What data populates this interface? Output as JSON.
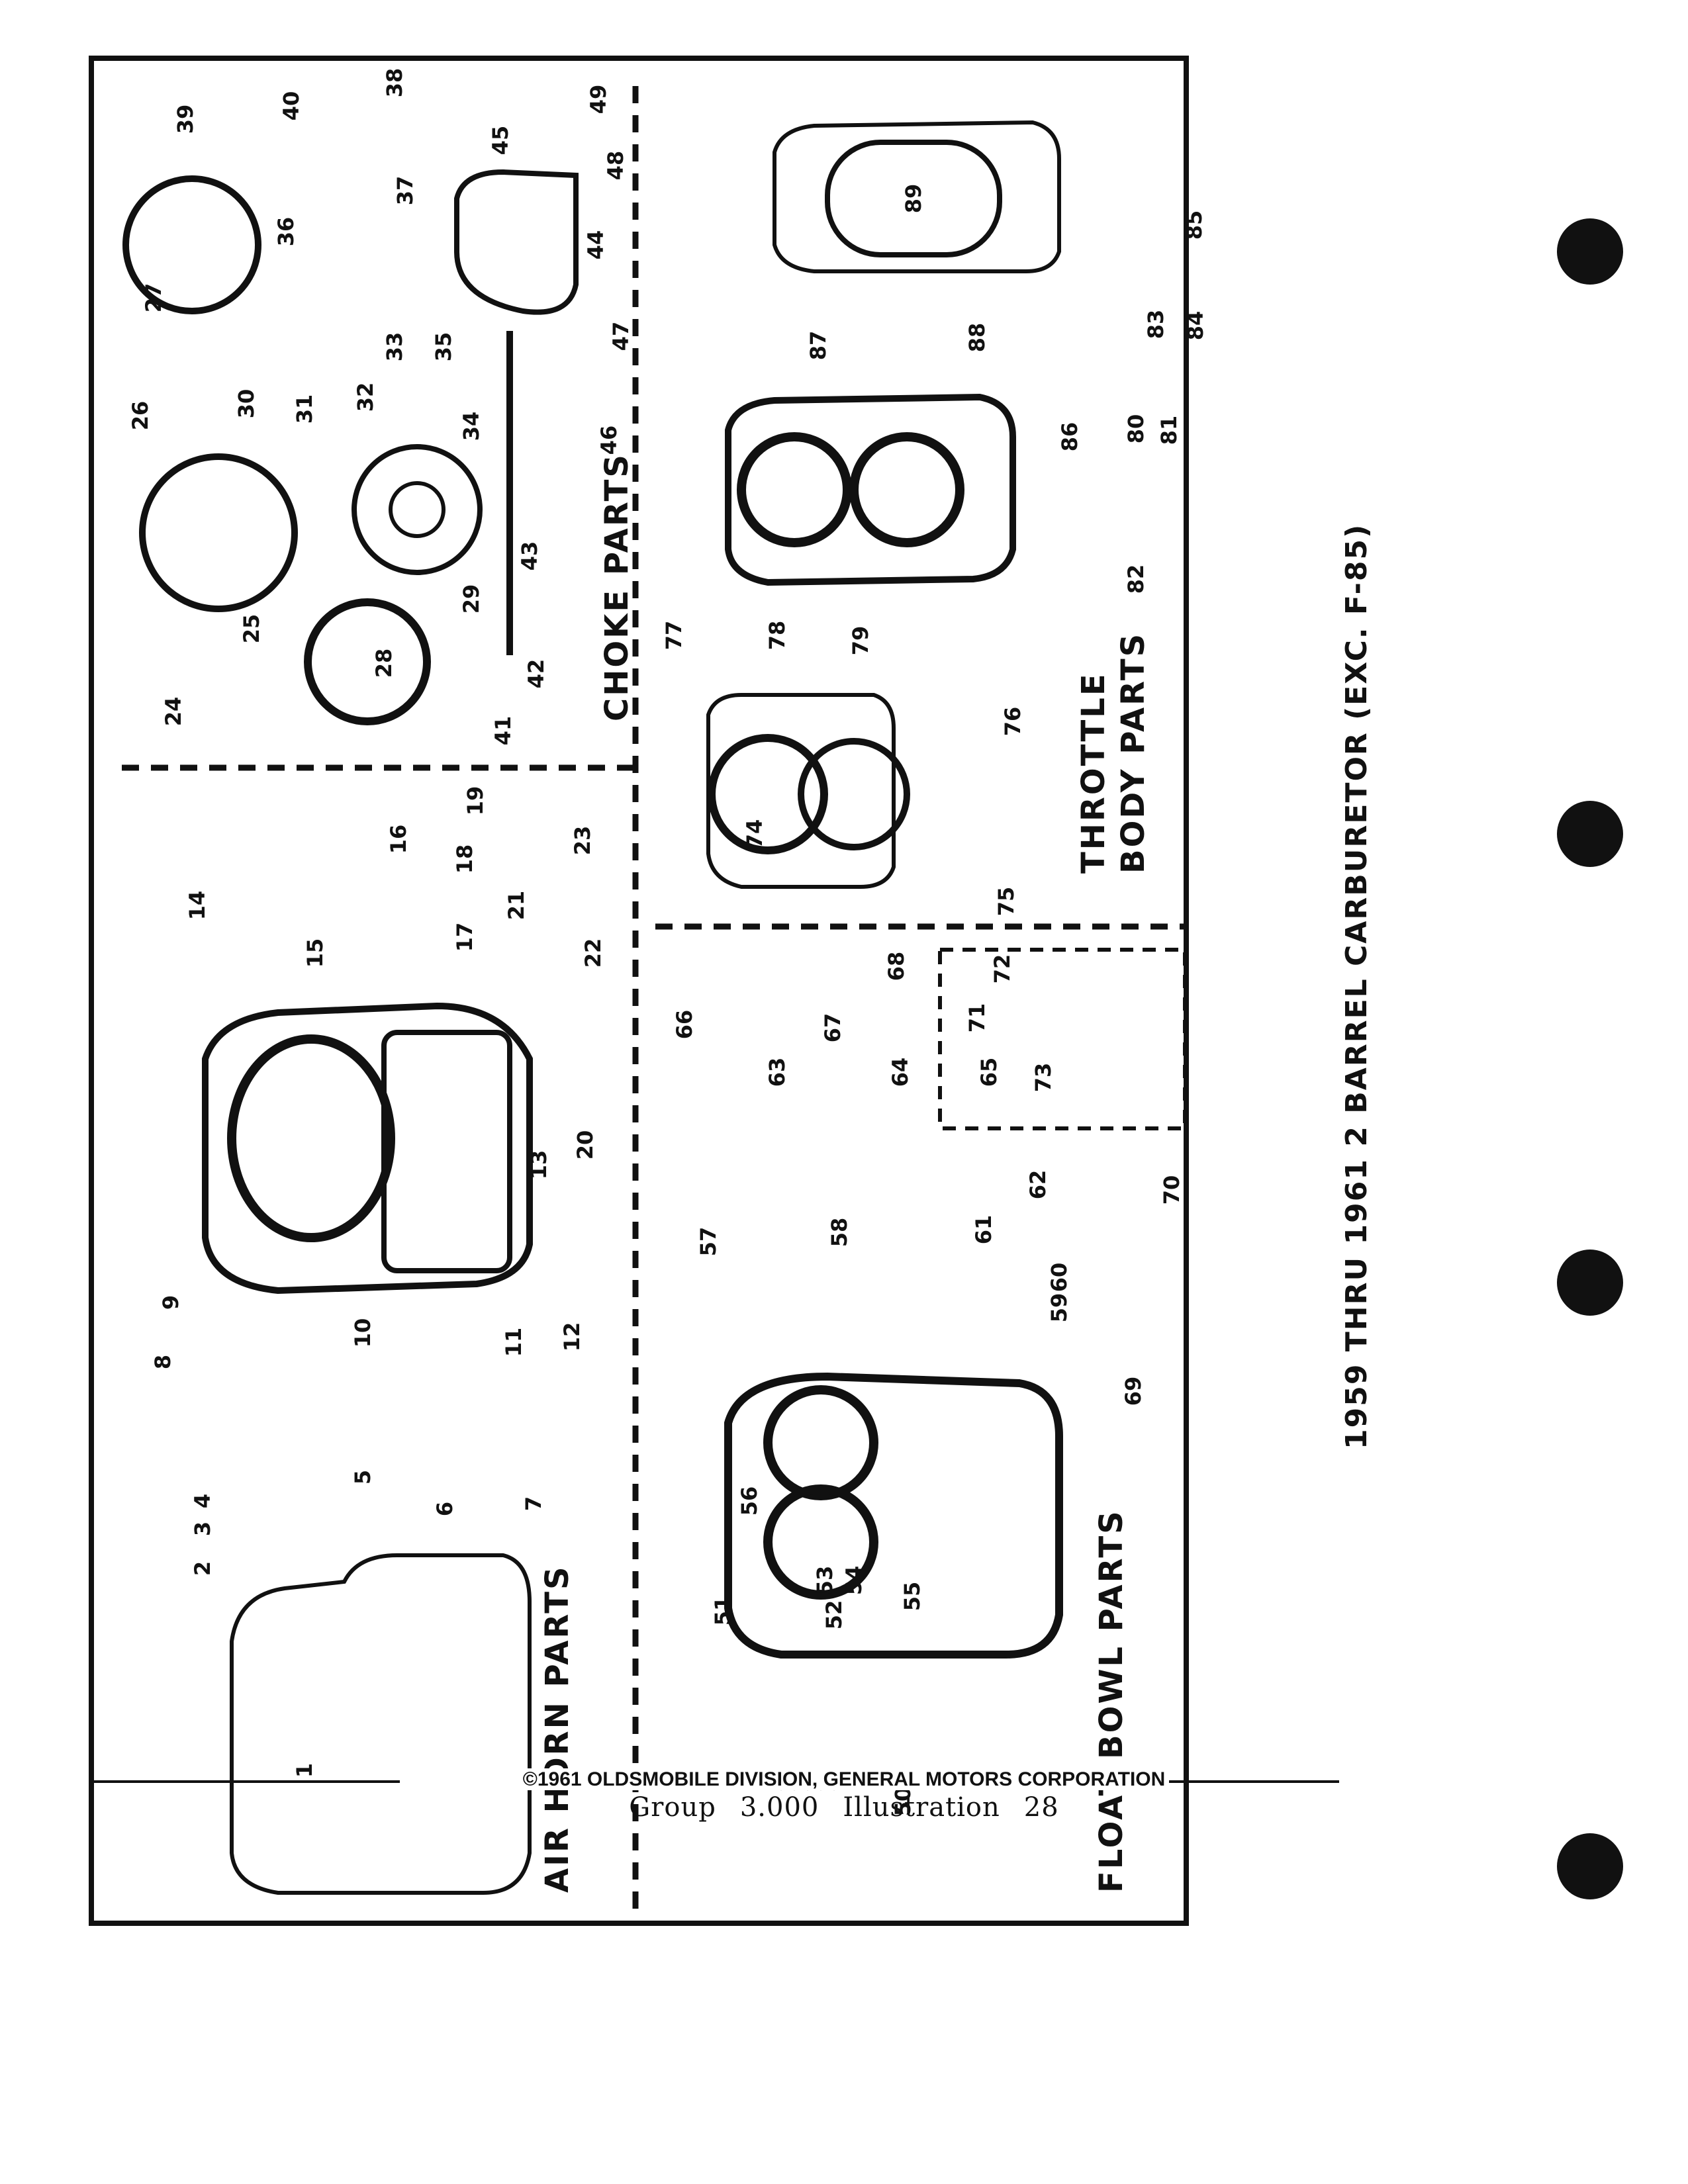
{
  "title": "1959 THRU 1961 2 BARREL CARBURETOR (EXC. F-85)",
  "sections": {
    "air_horn": "AIR HORN PARTS",
    "choke": "CHOKE PARTS",
    "float_bowl": "FLOAT BOWL PARTS",
    "throttle_line1": "THROTTLE",
    "throttle_line2": "BODY PARTS"
  },
  "part_numbers": [
    "1",
    "2",
    "3",
    "4",
    "5",
    "6",
    "7",
    "8",
    "9",
    "10",
    "11",
    "12",
    "13",
    "14",
    "15",
    "16",
    "17",
    "18",
    "19",
    "20",
    "21",
    "22",
    "23",
    "24",
    "25",
    "26",
    "27",
    "28",
    "29",
    "30",
    "31",
    "32",
    "33",
    "34",
    "35",
    "36",
    "37",
    "38",
    "39",
    "40",
    "41",
    "42",
    "43",
    "44",
    "45",
    "46",
    "47",
    "48",
    "49",
    "50",
    "51",
    "52",
    "53",
    "54",
    "55",
    "56",
    "57",
    "58",
    "59",
    "60",
    "61",
    "62",
    "63",
    "64",
    "65",
    "66",
    "67",
    "68",
    "69",
    "70",
    "71",
    "72",
    "73",
    "74",
    "75",
    "76",
    "77",
    "78",
    "79",
    "80",
    "81",
    "82",
    "83",
    "84",
    "85",
    "86",
    "87",
    "88",
    "89"
  ],
  "footer": {
    "copyright": "©1961 OLDSMOBILE DIVISION, GENERAL MOTORS CORPORATION",
    "group_label": "Group",
    "group_number": "3.000",
    "illustration_label": "Illustration",
    "illustration_number": "28"
  }
}
